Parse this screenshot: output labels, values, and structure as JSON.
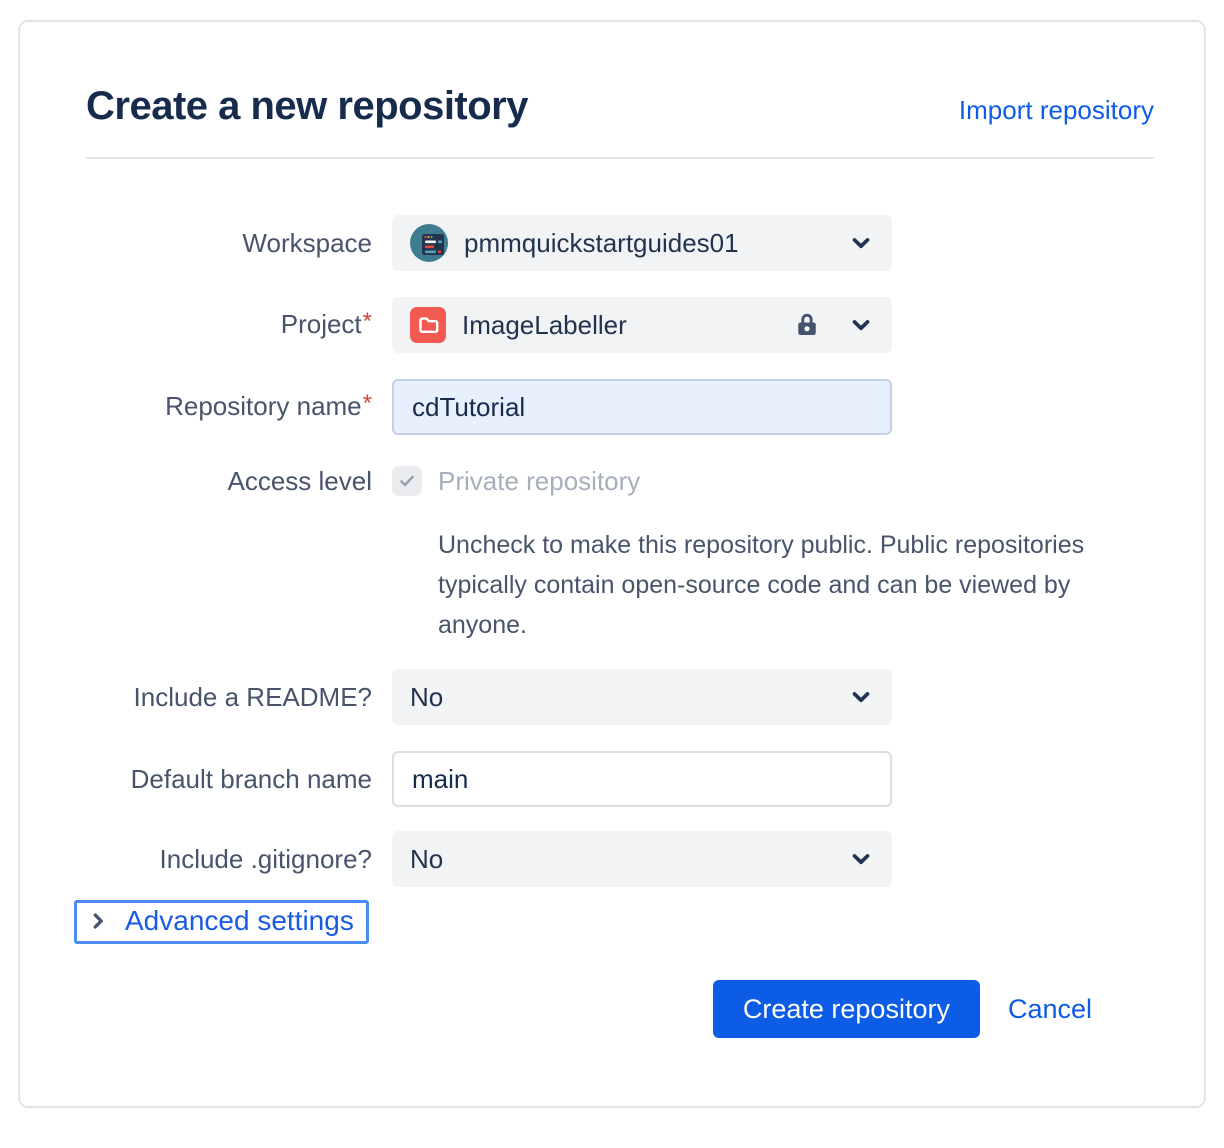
{
  "header": {
    "title": "Create a new repository",
    "import_link": "Import repository"
  },
  "form": {
    "workspace": {
      "label": "Workspace",
      "value": "pmmquickstartguides01"
    },
    "project": {
      "label": "Project",
      "required_marker": "*",
      "value": "ImageLabeller"
    },
    "repository_name": {
      "label": "Repository name",
      "required_marker": "*",
      "value": "cdTutorial"
    },
    "access_level": {
      "label": "Access level",
      "checkbox_checked": true,
      "checkbox_label": "Private repository",
      "help_text": "Uncheck to make this repository public. Public repositories typically contain open-source code and can be viewed by anyone."
    },
    "include_readme": {
      "label": "Include a README?",
      "value": "No"
    },
    "default_branch": {
      "label": "Default branch name",
      "value": "main"
    },
    "include_gitignore": {
      "label": "Include .gitignore?",
      "value": "No"
    }
  },
  "advanced": {
    "label": "Advanced settings"
  },
  "actions": {
    "create_label": "Create repository",
    "cancel_label": "Cancel"
  },
  "icons": {
    "workspace_avatar": "teal circle with dark browser-window mockup",
    "project_avatar": "red tile with white folder",
    "lock": "padlock",
    "chevron_down": "v",
    "chevron_right": ">",
    "checkbox_check": "check mark"
  },
  "colors": {
    "title_text": "#172B4D",
    "label_text": "#48536C",
    "link_blue": "#0C5CE5",
    "button_blue": "#0C5CE5",
    "required_red": "#D2453A",
    "select_bg": "#F2F3F5",
    "autofill_bg": "#E8F0FE",
    "disabled_text": "#A7AFBC",
    "focus_ring": "#4C8BF5"
  }
}
